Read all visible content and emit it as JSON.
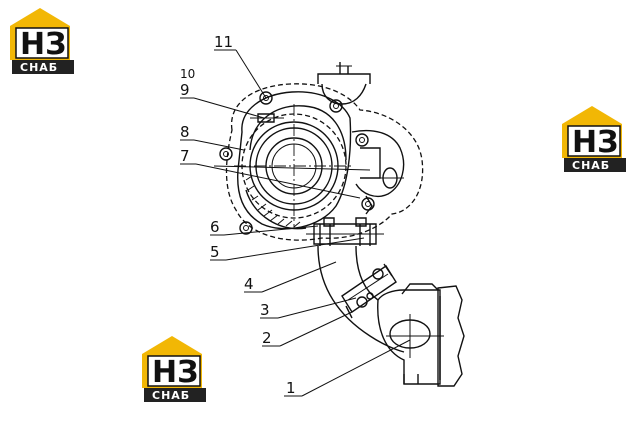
{
  "callouts": [
    {
      "id": "11",
      "label": "11"
    },
    {
      "id": "10",
      "label": "10"
    },
    {
      "id": "9",
      "label": "9"
    },
    {
      "id": "8",
      "label": "8"
    },
    {
      "id": "7",
      "label": "7"
    },
    {
      "id": "6",
      "label": "6"
    },
    {
      "id": "5",
      "label": "5"
    },
    {
      "id": "4",
      "label": "4"
    },
    {
      "id": "3",
      "label": "3"
    },
    {
      "id": "2",
      "label": "2"
    },
    {
      "id": "1",
      "label": "1"
    }
  ],
  "watermark": {
    "top_text": "НЗ",
    "bottom_text": "СНАБ",
    "accent_color": "#f2b705",
    "dark_color": "#222222"
  }
}
